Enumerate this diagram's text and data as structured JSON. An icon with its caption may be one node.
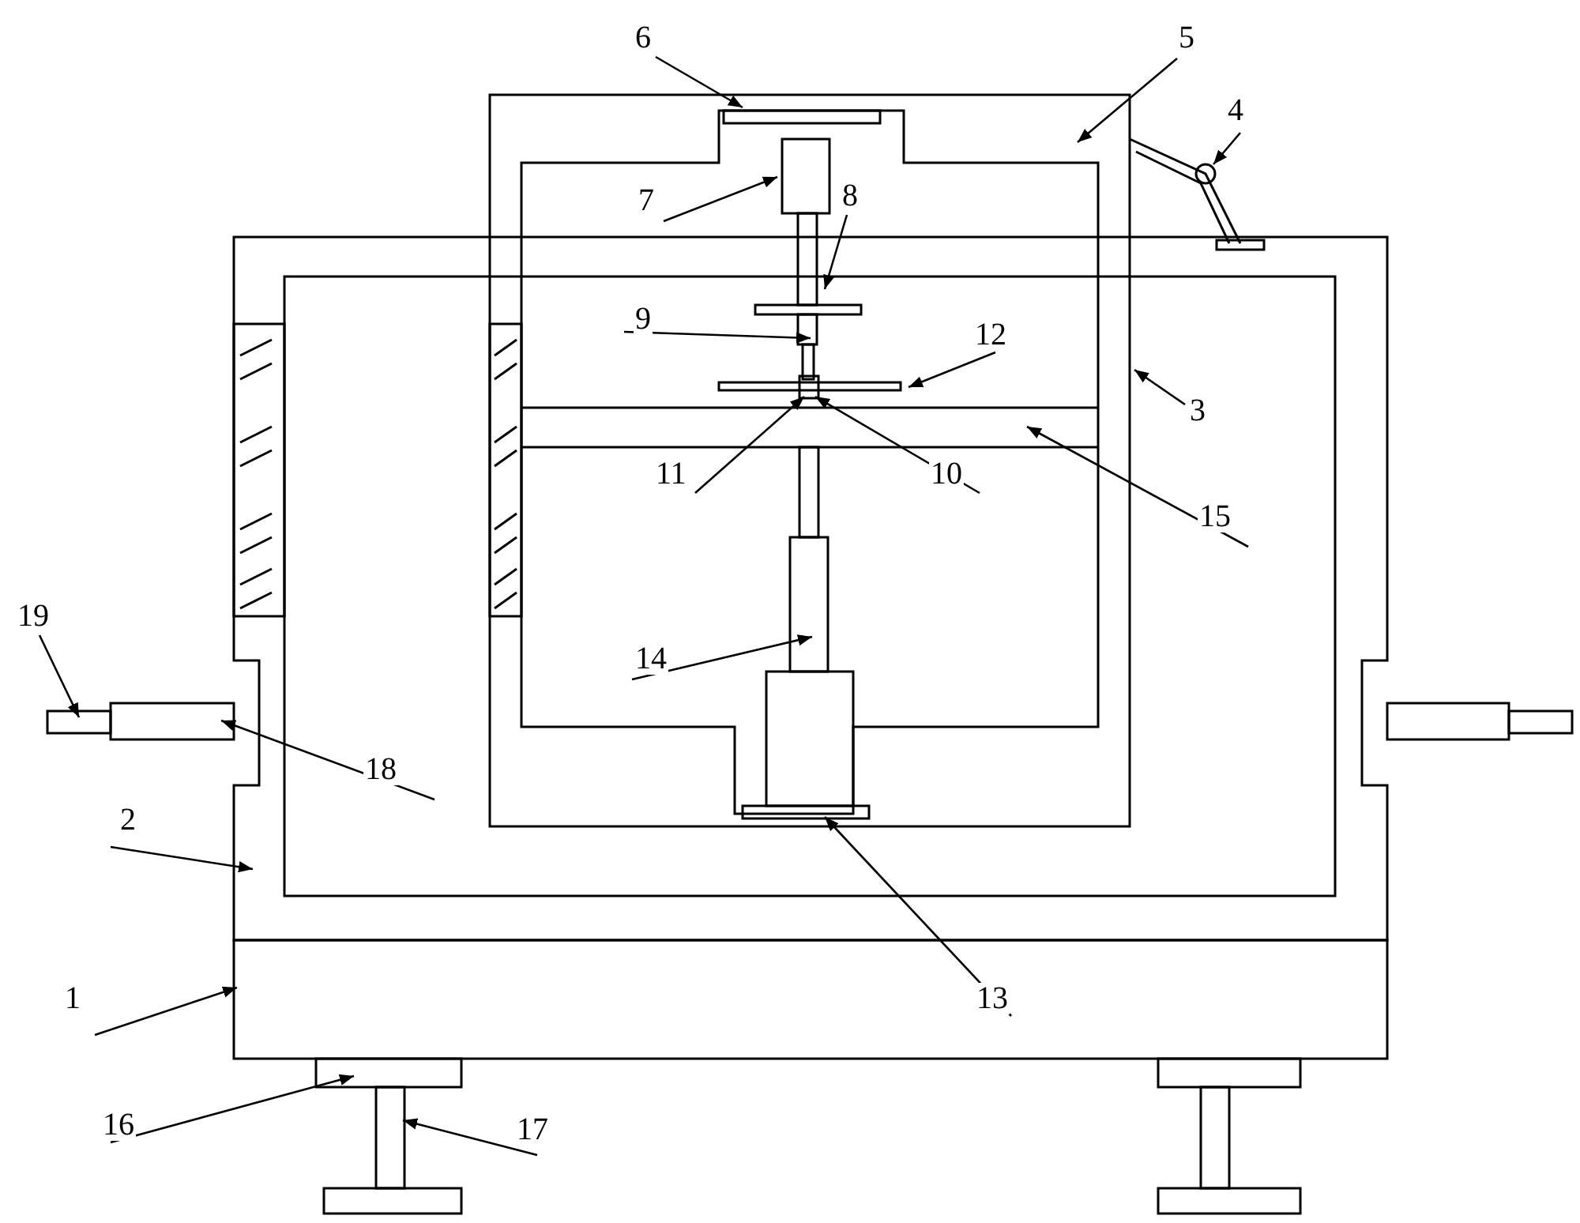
{
  "diagram": {
    "nodes": [
      {
        "text": [
          "1"
        ]
      },
      {
        "text": [
          "2"
        ]
      },
      {
        "text": [
          "3"
        ]
      },
      {
        "text": [
          "4"
        ]
      },
      {
        "text": [
          "5"
        ]
      },
      {
        "text": [
          "6"
        ]
      },
      {
        "text": [
          "7"
        ]
      },
      {
        "text": [
          "8"
        ]
      },
      {
        "text": [
          "9"
        ]
      },
      {
        "text": [
          "10"
        ]
      },
      {
        "text": [
          "11"
        ]
      },
      {
        "text": [
          "12"
        ]
      },
      {
        "text": [
          "13"
        ]
      },
      {
        "text": [
          "14"
        ]
      },
      {
        "text": [
          "15"
        ]
      },
      {
        "text": [
          "16"
        ]
      },
      {
        "text": [
          "17"
        ]
      },
      {
        "text": [
          "18"
        ]
      },
      {
        "text": [
          "19"
        ]
      }
    ],
    "edges": [
      {
        "from": 0,
        "to": null,
        "arrow": "to"
      },
      {
        "from": 1,
        "to": null,
        "arrow": "to"
      },
      {
        "from": 2,
        "to": null,
        "arrow": "to"
      },
      {
        "from": 3,
        "to": null,
        "arrow": "to"
      },
      {
        "from": 4,
        "to": null,
        "arrow": "to"
      },
      {
        "from": 5,
        "to": null,
        "arrow": "to"
      },
      {
        "from": 6,
        "to": null,
        "arrow": "to"
      },
      {
        "from": 7,
        "to": null,
        "arrow": "to"
      },
      {
        "from": 8,
        "to": null,
        "arrow": "to"
      },
      {
        "from": 9,
        "to": null,
        "arrow": "to"
      },
      {
        "from": 10,
        "to": null,
        "arrow": "to"
      },
      {
        "from": 11,
        "to": null,
        "arrow": "to"
      },
      {
        "from": 12,
        "to": null,
        "arrow": "to"
      },
      {
        "from": 13,
        "to": null,
        "arrow": "to"
      },
      {
        "from": 14,
        "to": null,
        "arrow": "to"
      },
      {
        "from": 15,
        "to": null,
        "arrow": "to"
      },
      {
        "from": 16,
        "to": null,
        "arrow": "to"
      },
      {
        "from": 17,
        "to": null,
        "arrow": "to"
      },
      {
        "from": 18,
        "to": null,
        "arrow": "to"
      }
    ]
  }
}
